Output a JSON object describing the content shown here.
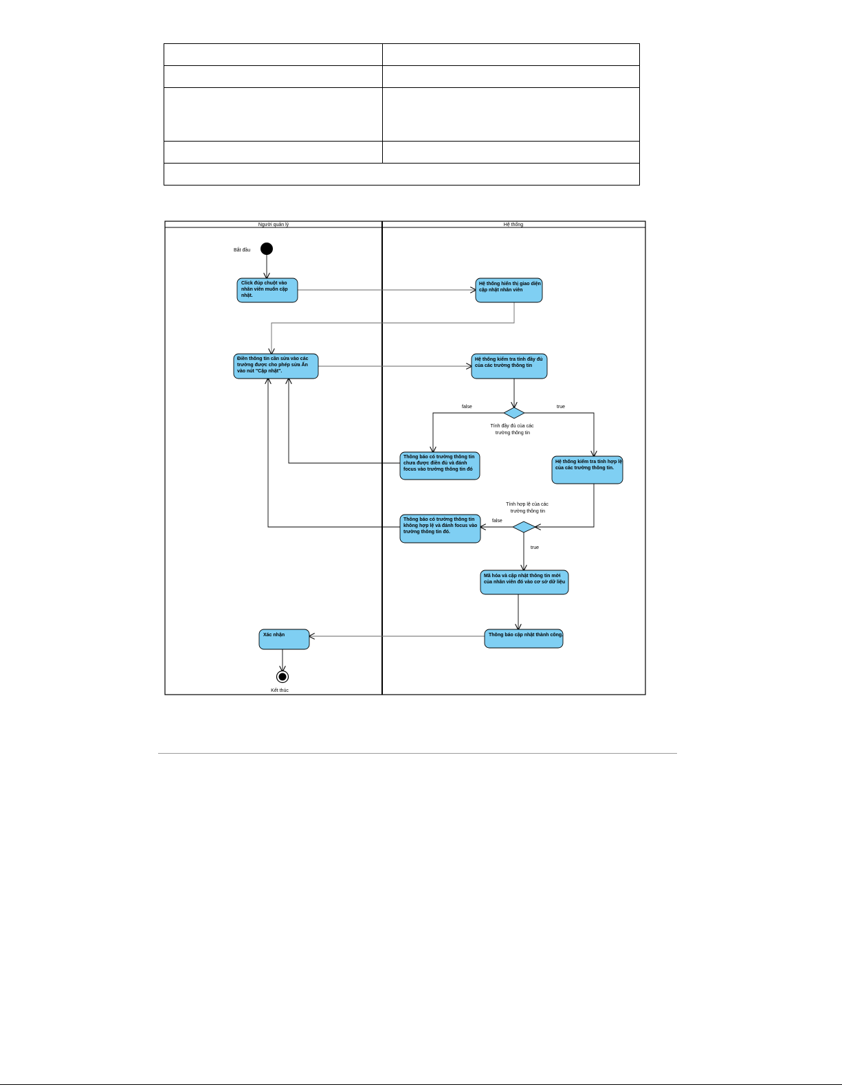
{
  "table": {
    "rows": [
      [
        "",
        ""
      ],
      [
        "",
        ""
      ],
      [
        "",
        ""
      ],
      [
        "",
        ""
      ],
      [
        ""
      ]
    ]
  },
  "diagram": {
    "lanes": {
      "left": "Người quản lý",
      "right": "Hệ thống"
    },
    "start_label": "Bắt đầu",
    "end_label": "Kết thúc",
    "activities": {
      "a1": [
        "Click đúp chuột vào",
        "nhân viên muốn cập",
        "nhật."
      ],
      "a2": [
        "Hệ thống hiển thị giao diện",
        "cập nhật nhân viên"
      ],
      "a3": [
        "Điền thông tin cần sửa vào các",
        "trường được cho phép sửa Ấn",
        "vào nút \"Cập nhật\"."
      ],
      "a4": [
        "Hệ thống kiểm tra tính đầy đủ",
        "của các trường thông tin"
      ],
      "a5": [
        "Thông báo có trường thông tin",
        "chưa được điền đủ và đánh",
        "focus vào trường thông tin đó"
      ],
      "a6": [
        "Hệ thống kiểm tra tính hợp lệ",
        "của các trường thông tin."
      ],
      "a7": [
        "Thông báo có trường thông tin",
        "không hợp lệ và đánh focus vào",
        "trường thông tin đó."
      ],
      "a8": [
        "Mã hóa và cập nhật thông tin mới",
        "của nhân viên đó vào cơ sở dữ liệu"
      ],
      "a9": [
        "Thông báo cập nhật thành công."
      ],
      "a10": [
        "Xác nhận"
      ]
    },
    "decision1": {
      "guard_false": "false",
      "guard_true": "true",
      "note": [
        "Tính đầy đủ của các",
        "trường thông tin"
      ]
    },
    "decision2": {
      "guard_false": "false",
      "guard_true": "true",
      "note": [
        "Tính hợp lệ của các",
        "trường thông tin"
      ]
    },
    "colors": {
      "activity_fill": "#7fcff3",
      "stroke": "#000000"
    }
  }
}
